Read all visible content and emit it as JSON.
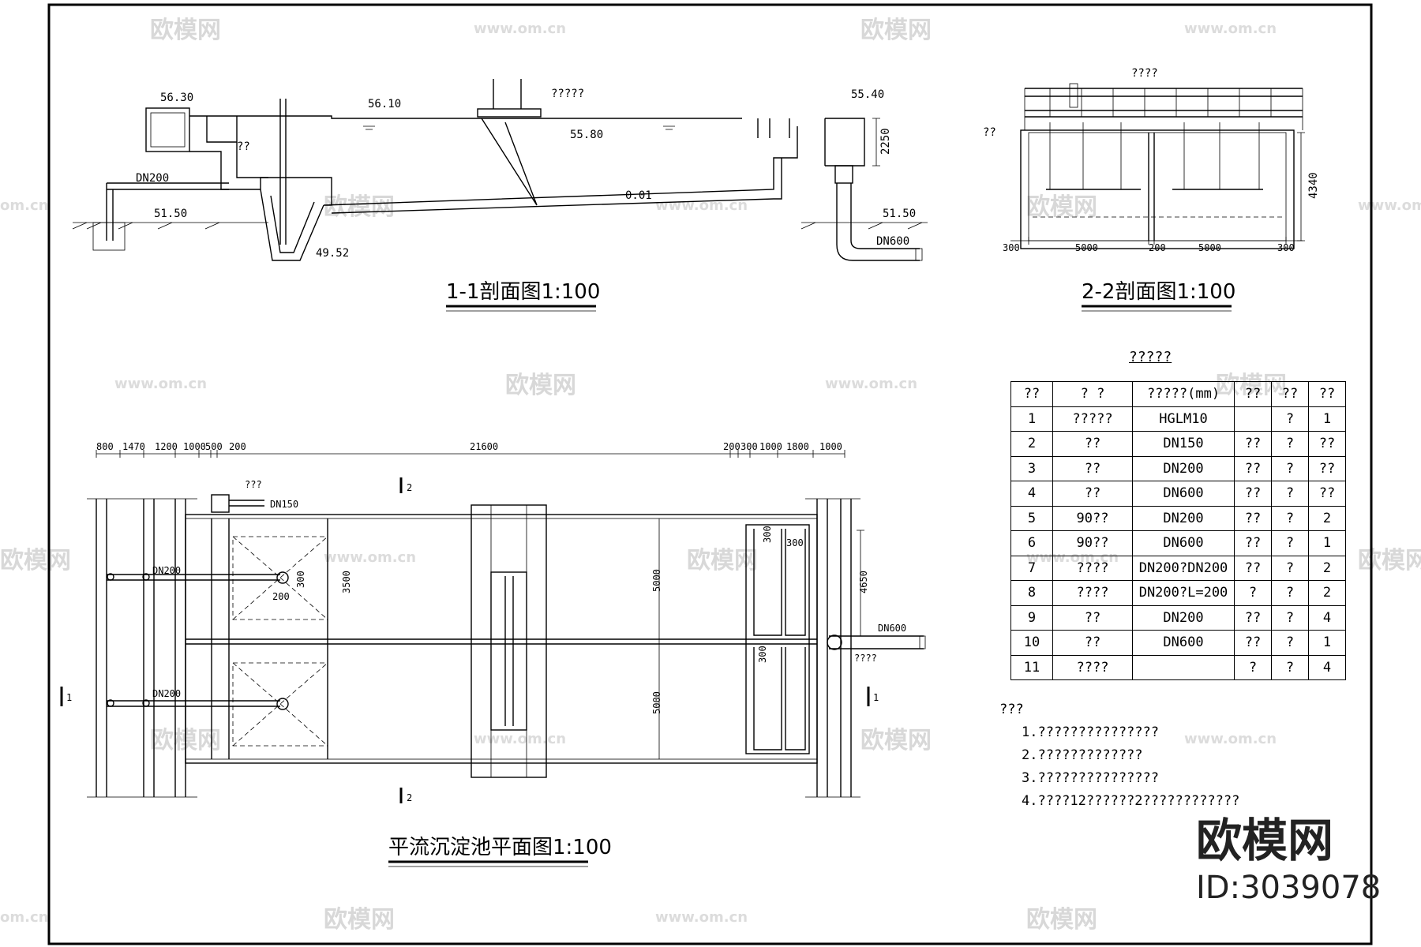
{
  "watermarks": {
    "logo_text": "欧模网",
    "url_text": "www.om.cn",
    "url_partial": "om.cn",
    "logo_partial": "欧模网"
  },
  "section_1_1": {
    "title": "1-1剖面图1:100",
    "labels": {
      "el_5630": "56.30",
      "el_5610": "56.10",
      "el_5580": "55.80",
      "el_5540": "55.40",
      "el_5150_left": "51.50",
      "el_5150_right": "51.50",
      "el_4952": "49.52",
      "slope": "0.01",
      "dim_2250": "2250",
      "pipe_dn200": "DN200",
      "pipe_dn600": "DN600",
      "callout_top": "?????",
      "callout_small": "??"
    }
  },
  "section_2_2": {
    "title": "2-2剖面图1:100",
    "labels": {
      "callout_top": "????",
      "callout_left": "??",
      "dim_4340": "4340",
      "dim_300_left": "300",
      "dim_5000_a": "5000",
      "dim_200": "200",
      "dim_5000_b": "5000",
      "dim_300_right": "300"
    }
  },
  "plan": {
    "title": "平流沉淀池平面图1:100",
    "top_dims": [
      "800",
      "1470",
      "1200",
      "1000",
      "500",
      "200",
      "21600",
      "200",
      "300",
      "1000",
      "1800",
      "1000"
    ],
    "labels": {
      "callout_top": "???",
      "dn150": "DN150",
      "dn200_a": "DN200",
      "dn200_b": "DN200",
      "dn600": "DN600",
      "callout_outlet": "????",
      "dim_3500": "3500",
      "dim_300_a": "300",
      "dim_200": "200",
      "dim_5000_a": "5000",
      "dim_5000_b": "5000",
      "dim_4650": "4650",
      "dim_300_b": "300",
      "dim_300_c": "300",
      "dim_300_d": "300",
      "cut_1_left": "1",
      "cut_1_right": "1",
      "cut_2_top": "2",
      "cut_2_bottom": "2"
    }
  },
  "materials": {
    "title": "?????",
    "headers": [
      "??",
      "?  ?",
      "?????(mm)",
      "??",
      "??",
      "??"
    ],
    "rows": [
      [
        "1",
        "?????",
        "HGLM10",
        "",
        "?",
        "1"
      ],
      [
        "2",
        "??",
        "DN150",
        "??",
        "?",
        "??"
      ],
      [
        "3",
        "??",
        "DN200",
        "??",
        "?",
        "??"
      ],
      [
        "4",
        "??",
        "DN600",
        "??",
        "?",
        "??"
      ],
      [
        "5",
        "90??",
        "DN200",
        "??",
        "?",
        "2"
      ],
      [
        "6",
        "90??",
        "DN600",
        "??",
        "?",
        "1"
      ],
      [
        "7",
        "????",
        "DN200?DN200",
        "??",
        "?",
        "2"
      ],
      [
        "8",
        "????",
        "DN200?L=200",
        "?",
        "?",
        "2"
      ],
      [
        "9",
        "??",
        "DN200",
        "??",
        "?",
        "4"
      ],
      [
        "10",
        "??",
        "DN600",
        "??",
        "?",
        "1"
      ],
      [
        "11",
        "????",
        "",
        "?",
        "?",
        "4"
      ]
    ]
  },
  "notes": {
    "heading": "???",
    "items": [
      "1.???????????????",
      "2.?????????????",
      "3.???????????????",
      "4.????12??????2????????????"
    ]
  },
  "branding": {
    "logo": "欧模网",
    "id": "ID:3039078"
  }
}
